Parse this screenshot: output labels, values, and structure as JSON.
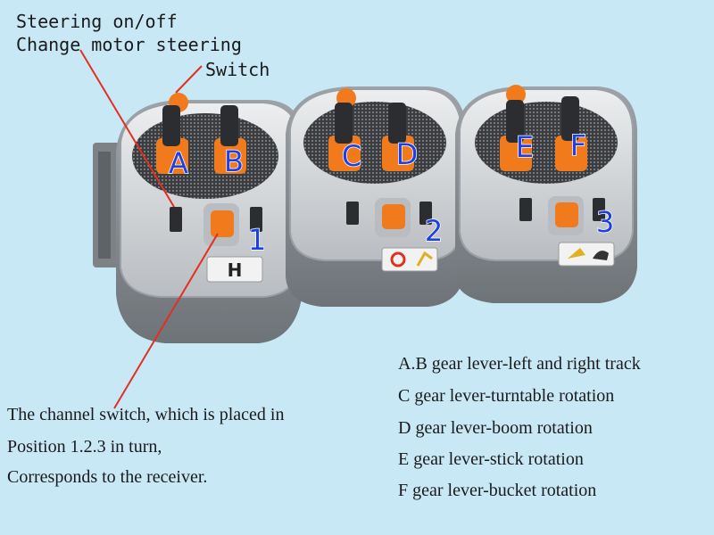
{
  "labels": {
    "steering_on_off": "Steering on/off",
    "change_motor_steering": "Change motor steering",
    "switch": "Switch",
    "channel_switch_line1": "The channel switch, which is placed in",
    "channel_switch_line2": "Position 1.2.3 in turn,",
    "channel_switch_line3": "Corresponds to the receiver."
  },
  "controllers": [
    {
      "levers": [
        "A",
        "B"
      ],
      "channel": "1"
    },
    {
      "levers": [
        "C",
        "D"
      ],
      "channel": "2"
    },
    {
      "levers": [
        "E",
        "F"
      ],
      "channel": "3"
    }
  ],
  "legend": [
    "A.B gear lever-left and right track",
    "C gear lever-turntable rotation",
    "D gear lever-boom rotation",
    "E gear lever-stick rotation",
    "F gear lever-bucket rotation"
  ],
  "colors": {
    "background": "#c9e8f6",
    "lever_orange": "#f07a1c",
    "letter_blue": "#1f3fe0",
    "callout_red": "#e03020",
    "body_grey": "#8c9197",
    "top_silver": "#d7dadd"
  }
}
